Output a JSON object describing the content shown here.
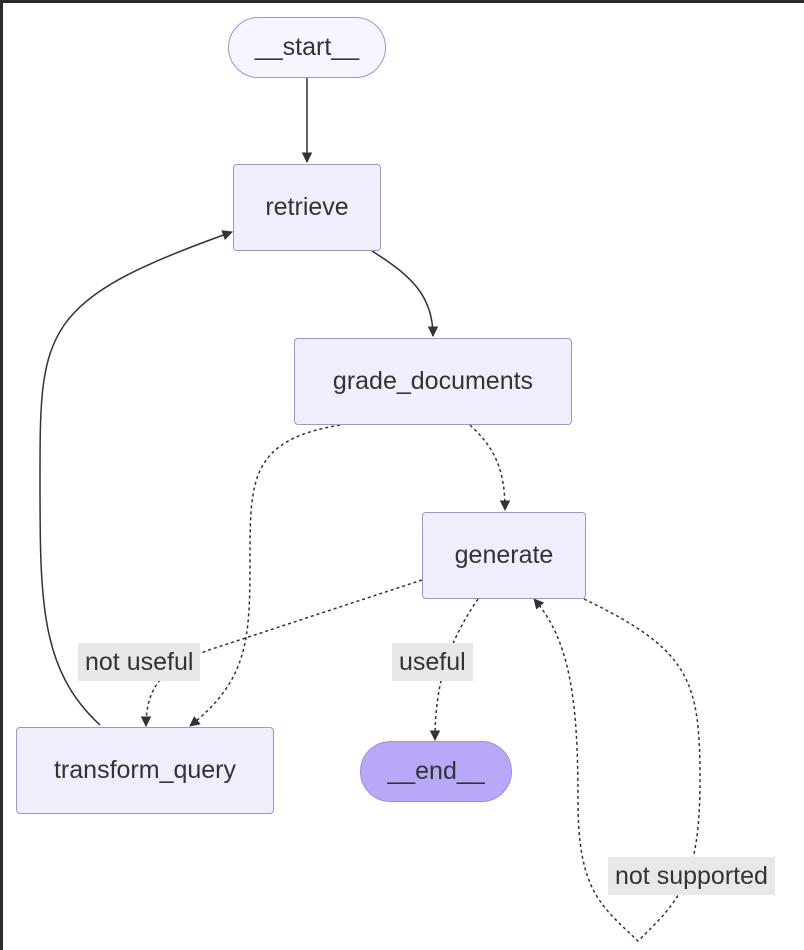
{
  "nodes": {
    "start": "__start__",
    "retrieve": "retrieve",
    "grade_documents": "grade_documents",
    "generate": "generate",
    "transform_query": "transform_query",
    "end": "__end__"
  },
  "edge_labels": {
    "not_useful": "not useful",
    "useful": "useful",
    "not_supported": "not supported"
  },
  "edges": [
    {
      "from": "start",
      "to": "retrieve",
      "style": "solid",
      "label": ""
    },
    {
      "from": "retrieve",
      "to": "grade_documents",
      "style": "solid",
      "label": ""
    },
    {
      "from": "grade_documents",
      "to": "transform_query",
      "style": "dashed",
      "label": ""
    },
    {
      "from": "grade_documents",
      "to": "generate",
      "style": "dashed",
      "label": ""
    },
    {
      "from": "generate",
      "to": "transform_query",
      "style": "dashed",
      "label": "not useful"
    },
    {
      "from": "generate",
      "to": "end",
      "style": "dashed",
      "label": "useful"
    },
    {
      "from": "generate",
      "to": "generate",
      "style": "dashed",
      "label": "not supported"
    },
    {
      "from": "transform_query",
      "to": "retrieve",
      "style": "solid",
      "label": ""
    }
  ],
  "colors": {
    "node_fill": "#f0eefd",
    "node_border": "#a58ee8",
    "end_fill": "#b9a8f7",
    "edge": "#333333",
    "label_bg": "#e8e8e8"
  }
}
